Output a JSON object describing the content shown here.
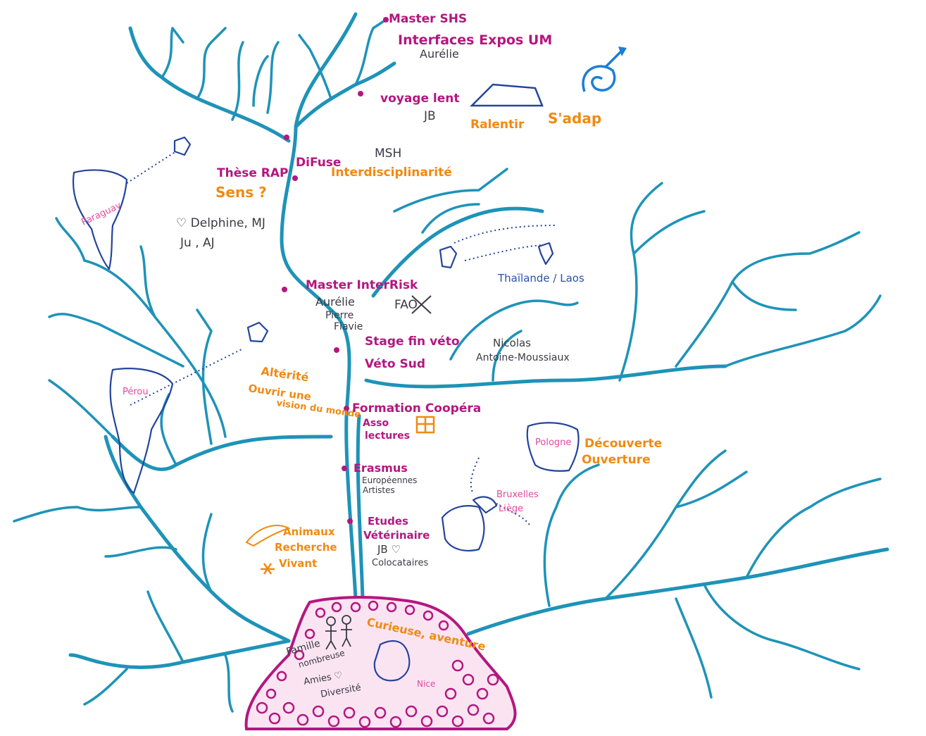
{
  "top": {
    "master_shs": "Master SHS",
    "interfaces": "Interfaces Expos UM",
    "aurelie_1": "Aurélie",
    "voyage_lent": "voyage lent",
    "jb_1": "JB",
    "ralentir": "Ralentir",
    "sadapter": "S'adap"
  },
  "middle": {
    "these_rap": "Thèse RAP",
    "difuse": "DiFuse",
    "msh": "MSH",
    "interdisciplinarite": "Interdisciplinarité",
    "sens": "Sens ?",
    "delphine": "♡ Delphine, MJ",
    "ju_aj": "Ju , AJ",
    "paraguay": "Paraguay",
    "thailande": "Thaïlande / Laos",
    "master_interrisk": "Master InterRisk",
    "aurelie_2": "Aurélie",
    "pierre": "Pierre",
    "flavie": "Flavie",
    "fao": "FAO",
    "stage": "Stage fin véto",
    "veto_sud": "Véto Sud",
    "nicolas": "Nicolas",
    "antoine": "Antoine-Moussiaux",
    "alterite": "Altérité",
    "vision": "Ouvrir une",
    "vision_2": "vision du monde",
    "perou": "Pérou"
  },
  "lower": {
    "formation": "Formation Coopéra",
    "asso": "Asso",
    "lectures": "lectures",
    "erasmus": "Erasmus",
    "europeennes": "Européennes",
    "artistes": "Artistes",
    "pologne": "Pologne",
    "decouverte": "Découverte",
    "ouverture": "Ouverture",
    "bruxelles": "Bruxelles",
    "liege": "Liège",
    "animaux": "Animaux",
    "recherche": "Recherche",
    "vivant": "Vivant",
    "etudes": "Etudes",
    "veterinaire": "Vétérinaire",
    "jb_2": "JB ♡",
    "colocataires": "Colocataires"
  },
  "roots": {
    "curieuse": "Curieuse, aventure",
    "famille": "Famille",
    "nombreuse": "nombreuse",
    "amies": "Amies ♡",
    "diversite": "Diversité",
    "nice": "Nice"
  }
}
